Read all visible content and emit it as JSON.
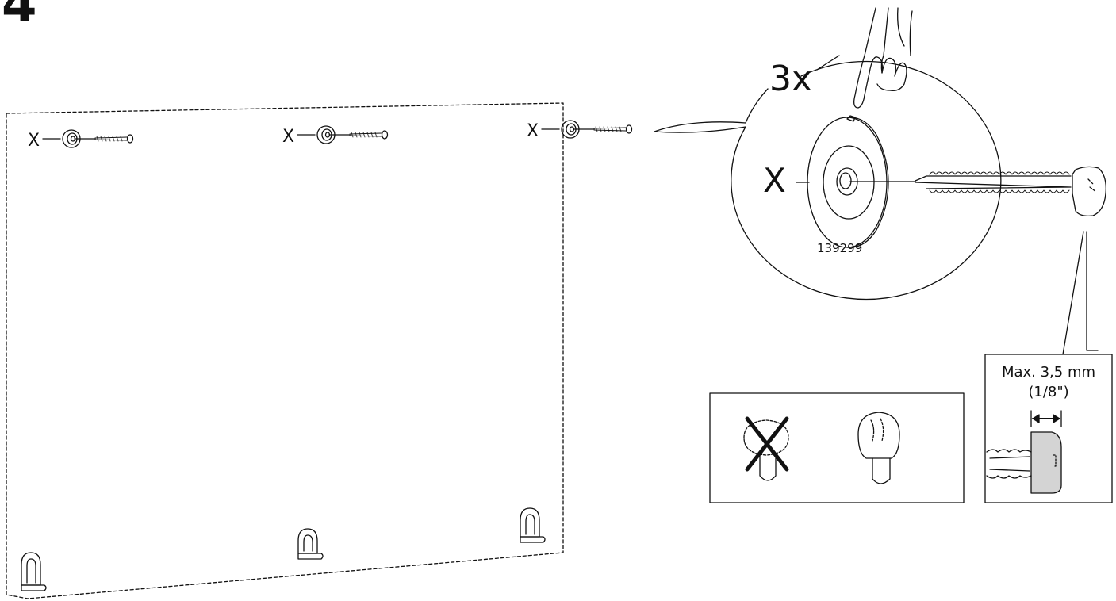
{
  "step": {
    "number": "4"
  },
  "detail": {
    "quantity": "3x",
    "part_number": "139299",
    "marker": "X"
  },
  "wall_markers": [
    "X",
    "X",
    "X"
  ],
  "head_gauge": {
    "line1": "Max. 3,5 mm",
    "line2": "(1/8\")"
  },
  "icons": {
    "wrong": "wrong-screw-head-icon",
    "correct": "correct-screw-head-icon",
    "hand": "pointing-hand-icon"
  },
  "colors": {
    "ink": "#111111",
    "gauge_fill": "#d4d4d4"
  }
}
